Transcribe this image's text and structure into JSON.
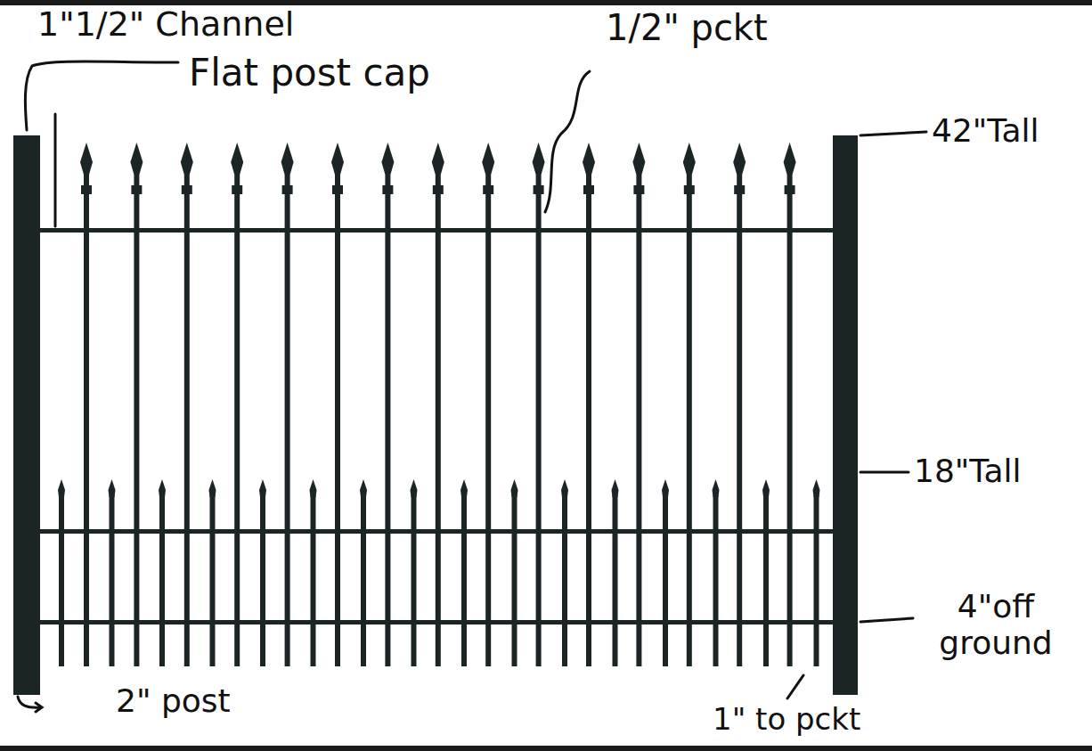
{
  "diagram": {
    "labels": [
      "1\"1/2\" Channel",
      "Flat post cap",
      "1/2\" pckt",
      "42\"Tall",
      "18\"Tall",
      "4\"off ground",
      "2\" post",
      "1\" to pckt"
    ]
  }
}
